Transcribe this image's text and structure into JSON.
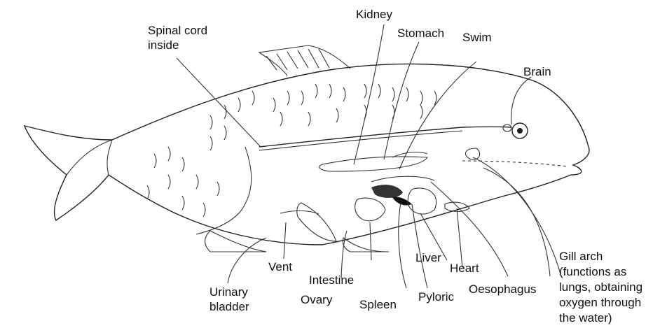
{
  "labels": {
    "spinal_cord": [
      "Spinal cord",
      "inside"
    ],
    "kidney": "Kidney",
    "stomach": "Stomach",
    "swim": "Swim",
    "brain": "Brain",
    "gill_arch": [
      "Gill arch",
      "(functions as",
      "lungs, obtaining",
      "oxygen through",
      "the  water)"
    ],
    "vent": "Vent",
    "intestine": "Intestine",
    "liver": "Liver",
    "heart": "Heart",
    "urinary_bladder": [
      "Urinary",
      "bladder"
    ],
    "ovary": "Ovary",
    "spleen": "Spleen",
    "pyloric": "Pyloric",
    "oesophagus": "Oesophagus"
  },
  "colors": {
    "line": "#222222",
    "text": "#111111",
    "background": "#ffffff"
  }
}
